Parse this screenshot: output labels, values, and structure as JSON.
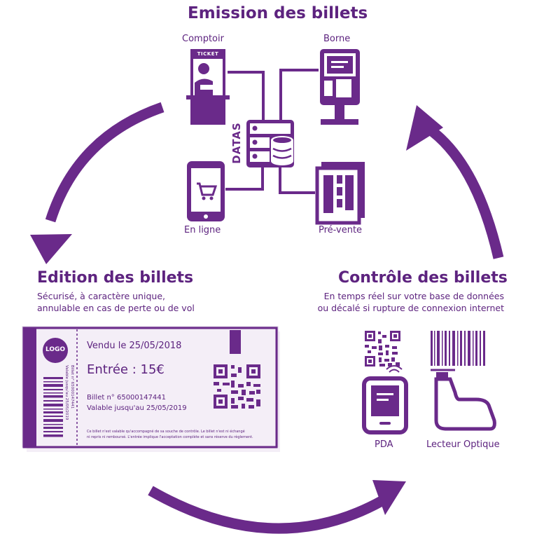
{
  "top": {
    "title": "Emission des billets",
    "comptoir": "Comptoir",
    "borne": "Borne",
    "en_ligne": "En ligne",
    "pre_vente": "Pré-vente",
    "datas": "DATAS",
    "ticket_sign": "TICKET"
  },
  "edition": {
    "title": "Edition des billets",
    "line1": "Sécurisé, à caractère unique,",
    "line2": "annulable en cas de perte ou de vol"
  },
  "controle": {
    "title": "Contrôle des billets",
    "line1": "En temps réel sur votre base de données",
    "line2": "ou décalé si rupture de connexion internet",
    "pda": "PDA",
    "lecteur": "Lecteur Optique"
  },
  "ticket": {
    "logo": "LOGO",
    "vendu": "Vendu le 25/05/2018",
    "entree": "Entrée : 15€",
    "billet": "Billet n° 65000147441",
    "valable": "Valable jusqu'au 25/05/2019",
    "stub1": "Billet n° 65000147441",
    "stub2": "Valable jusqu'au 25/05/2019",
    "fine1": "Ce billet n'est valable qu'accompagné de sa souche de contrôle. Le billet n'est ni échangé",
    "fine2": "ni repris ni remboursé. L'entrée implique l'acceptation complète et sans réserve du règlement."
  },
  "colors": {
    "primary": "#6a2a8a",
    "text": "#5d237f",
    "light": "#f4eef7"
  }
}
